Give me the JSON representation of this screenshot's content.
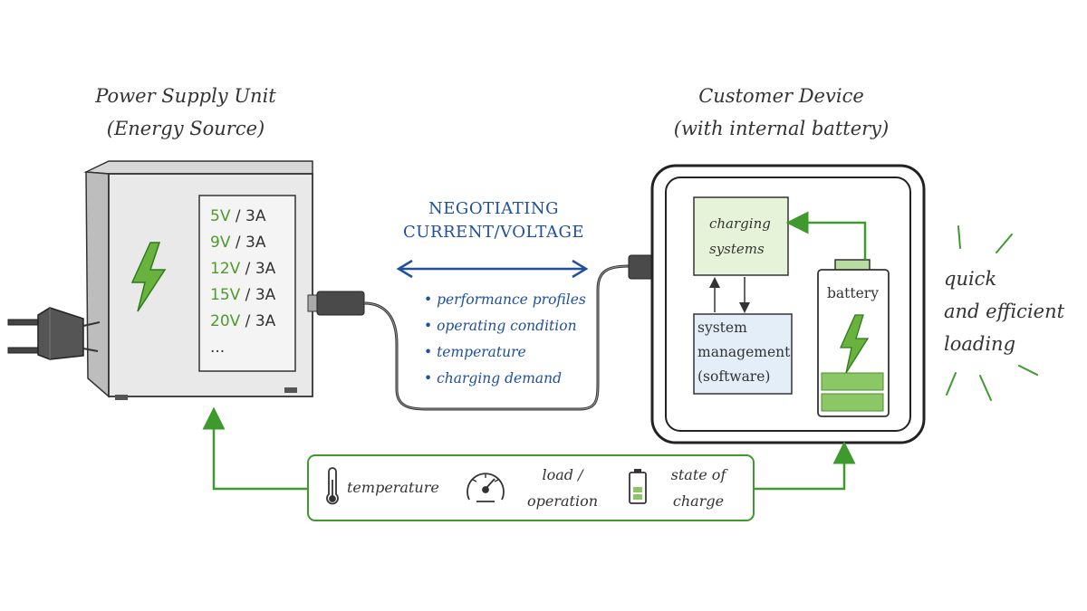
{
  "psu": {
    "title_line1": "Power Supply Unit",
    "title_line2": "(Energy Source)",
    "profiles": [
      {
        "voltage": "5V",
        "sep": " / ",
        "current": "3A"
      },
      {
        "voltage": "9V",
        "sep": " / ",
        "current": "3A"
      },
      {
        "voltage": "12V",
        "sep": " / ",
        "current": "3A"
      },
      {
        "voltage": "15V",
        "sep": " / ",
        "current": "3A"
      },
      {
        "voltage": "20V",
        "sep": " / ",
        "current": "3A"
      }
    ],
    "more": "..."
  },
  "negotiation": {
    "title_line1": "NEGOTIATING",
    "title_line2": "CURRENT/VOLTAGE",
    "items": [
      "performance profiles",
      "operating condition",
      "temperature",
      "charging demand"
    ]
  },
  "device": {
    "title_line1": "Customer Device",
    "title_line2": "(with internal battery)",
    "charging_line1": "charging",
    "charging_line2": "systems",
    "system_line1": "system",
    "system_line2": "management",
    "system_line3": "(software)",
    "battery_label": "battery"
  },
  "quick": {
    "line1": "quick",
    "line2": "and efficient",
    "line3": "loading"
  },
  "feedback": {
    "temperature": "temperature",
    "load_line1": "load /",
    "load_line2": "operation",
    "soc_line1": "state of",
    "soc_line2": "charge"
  },
  "colors": {
    "green": "#3f9a2e",
    "light_green": "#e6f3d8",
    "light_blue": "#e3eef9",
    "blue": "#1f4fa0",
    "box_gray": "#e9e9e9"
  }
}
